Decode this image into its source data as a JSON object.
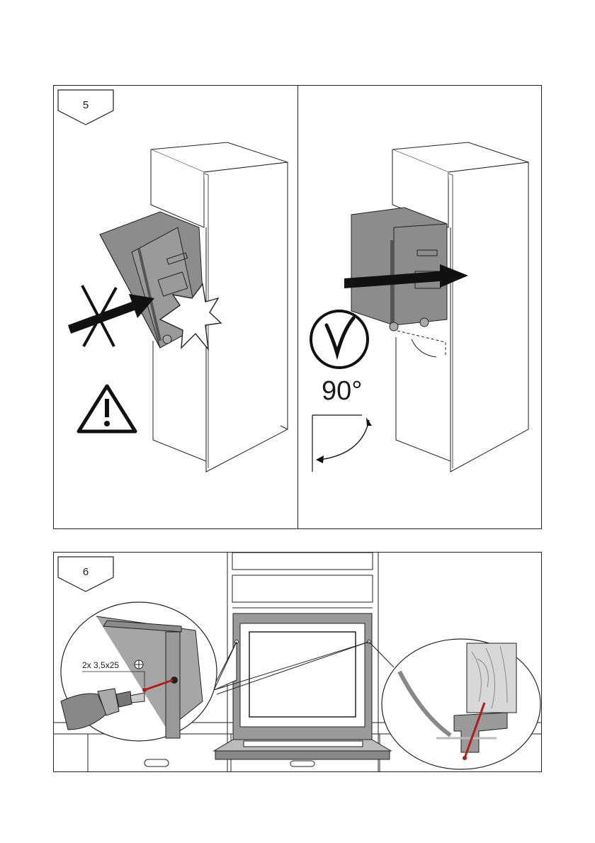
{
  "steps": [
    {
      "number": "5"
    },
    {
      "number": "6"
    }
  ],
  "angle_label": "90°",
  "screw_spec": "2x 3,5x25",
  "icons": [
    "warning-icon",
    "wrong-cross-icon",
    "checkmark-icon",
    "phillips-head-icon",
    "drill-icon"
  ],
  "colors": {
    "appliance_gray": "#8c8c8c",
    "line": "#222222",
    "screw": "#b01c1c"
  }
}
